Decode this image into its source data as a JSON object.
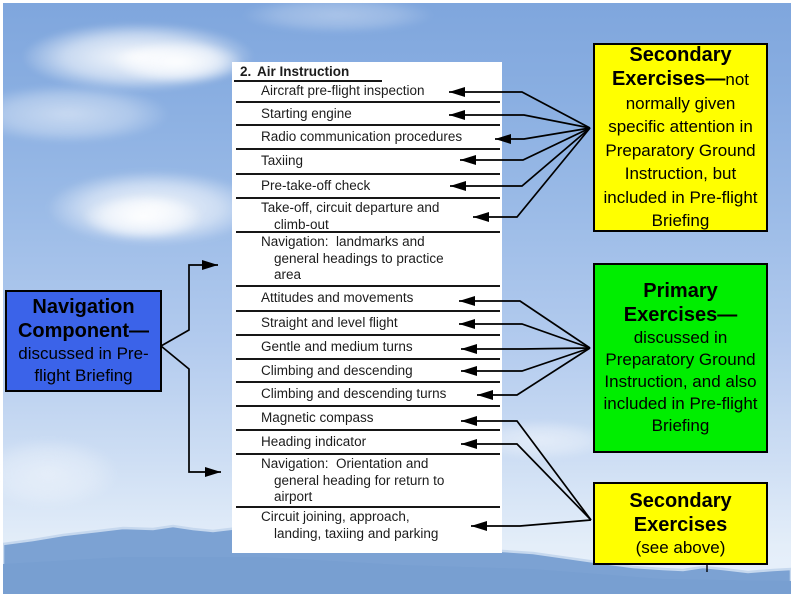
{
  "table": {
    "header": {
      "number": "2.",
      "title": "Air Instruction"
    },
    "rows": [
      {
        "text": "Aircraft pre-flight inspection"
      },
      {
        "text": "Starting engine"
      },
      {
        "text": "Radio communication procedures"
      },
      {
        "text": "Taxiing"
      },
      {
        "text": "Pre-take-off check"
      },
      {
        "text": "Take-off, circuit departure and\nclimb-out"
      },
      {
        "text": "Navigation:  landmarks and\ngeneral headings to practice\narea"
      },
      {
        "text": "Attitudes and movements"
      },
      {
        "text": "Straight and level flight"
      },
      {
        "text": "Gentle and medium turns"
      },
      {
        "text": "Climbing and descending"
      },
      {
        "text": "Climbing and descending turns"
      },
      {
        "text": "Magnetic compass"
      },
      {
        "text": "Heading indicator"
      },
      {
        "text": "Navigation:  Orientation and\ngeneral heading for return to\nairport"
      },
      {
        "text": "Circuit joining, approach,\nlanding, taxiing and parking"
      }
    ]
  },
  "callouts": {
    "secondary_top": {
      "title": "Secondary Exercises—",
      "body": "not normally given specific attention in Preparatory Ground Instruction, but included in Pre-flight Briefing",
      "bg": "#ffff00"
    },
    "primary": {
      "title": "Primary Exercises—",
      "body": "discussed in Preparatory Ground Instruction, and also included in Pre-flight Briefing",
      "bg": "#00ee00"
    },
    "secondary_bottom": {
      "title": "Secondary Exercises",
      "body": "(see above)",
      "bg": "#ffff00"
    },
    "navigation": {
      "title": "Navigation Component—",
      "body": "discussed in Pre-flight Briefing",
      "bg": "#3b63e9"
    }
  },
  "colors": {
    "yellow": "#ffff00",
    "green": "#00ee00",
    "blue": "#3b63e9",
    "sky_top": "#7fa6dd",
    "sky_horizon": "#e9f1fb",
    "mountain": "#7ca2d3",
    "line": "#000000"
  }
}
